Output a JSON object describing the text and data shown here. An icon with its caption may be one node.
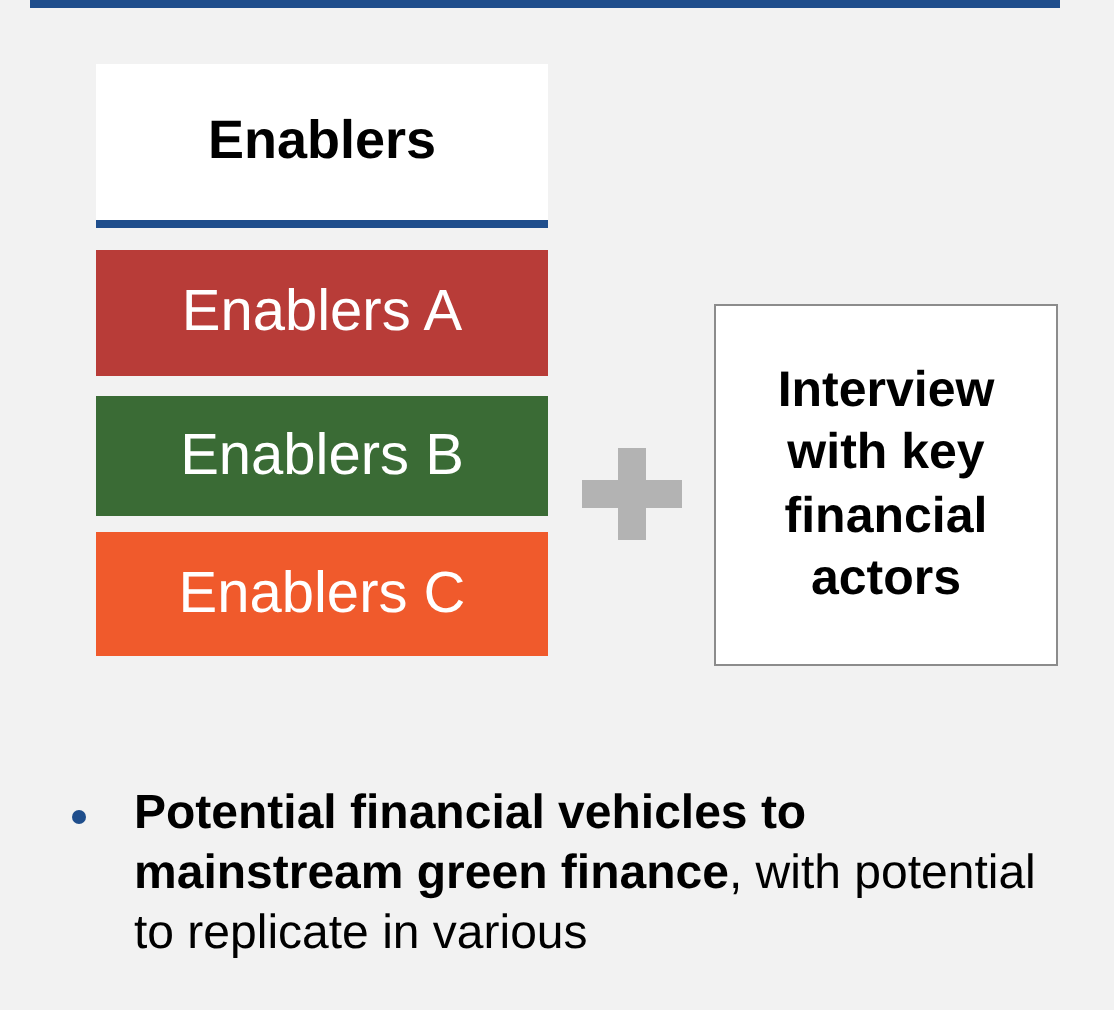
{
  "diagram": {
    "nodes": [
      {
        "text": [
          "Enablers"
        ]
      },
      {
        "text": [
          "Enablers A"
        ]
      },
      {
        "text": [
          "Enablers B"
        ]
      },
      {
        "text": [
          "Enablers C"
        ]
      },
      {
        "text": [
          "Interview with key financial actors"
        ]
      }
    ],
    "labels": [
      "**Potential financial vehicles to mainstream green finance**, with potential to replicate in various"
    ]
  }
}
